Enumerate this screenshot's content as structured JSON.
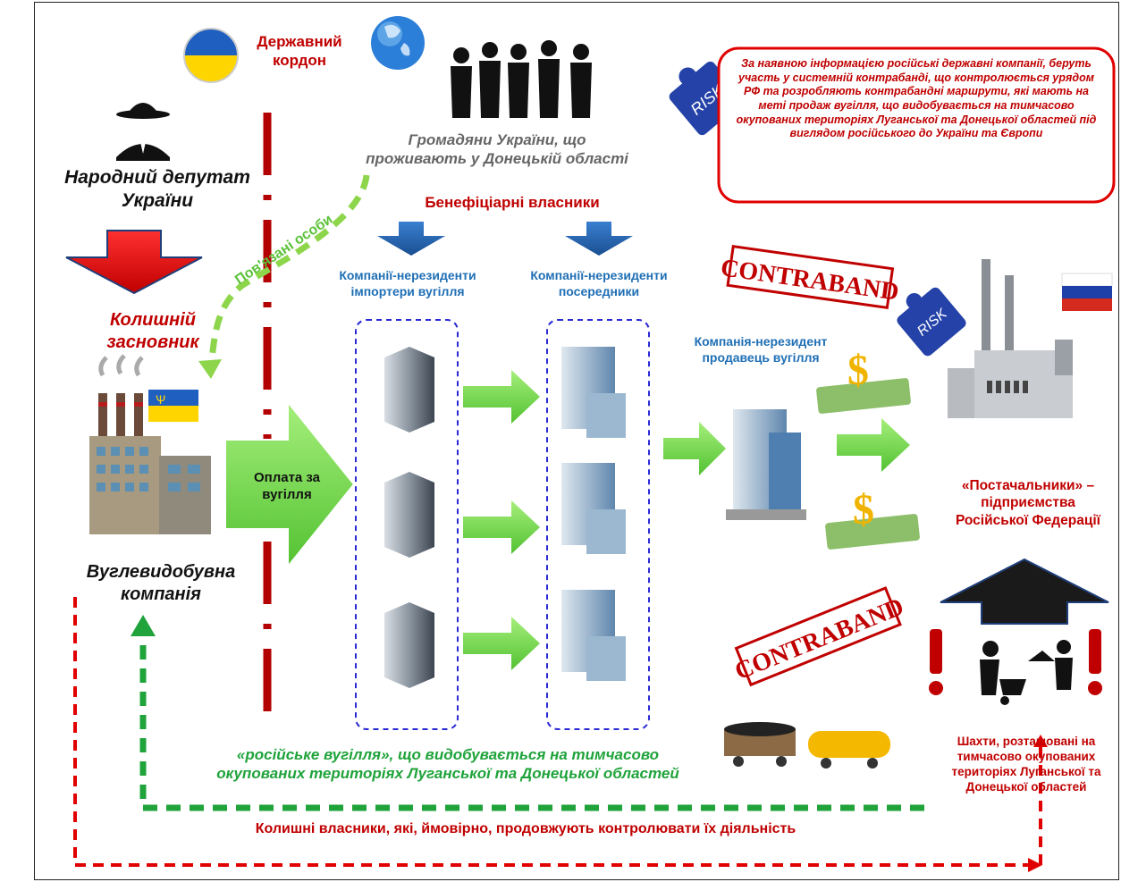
{
  "labels": {
    "state_border": "Державний\nкордон",
    "mp": "Народний депутат\nУкраїни",
    "citizens": "Громадяни України, що\nпроживають у Донецькій області",
    "beneficiaries": "Бенефіціарні власники",
    "related": "Пов'язані особи",
    "former_founder": "Колишній\nзасновник",
    "importers": "Компанії-нерезиденти\nімпортери вугілля",
    "intermediaries": "Компанії-нерезиденти\nпосередники",
    "seller": "Компанія-нерезидент\nпродавець вугілля",
    "payment": "Оплата за\nвугілля",
    "coal_company": "Вуглевидобувна\nкомпанія",
    "contraband": "CONTRABAND",
    "risk": "RISK",
    "suppliers": "«Постачальники» –\nпідприємства\nРосійської Федерації",
    "mines": "Шахти, розташовані на\nтимчасово окупованих\nтериторіях Луганської та\nДонецької областей",
    "russian_coal": "«російське вугілля», що видобувається на тимчасово\nокупованих територіях Луганської та Донецької областей",
    "former_owners": "Колишні власники, які, ймовірно, продовжують контролювати їх діяльність",
    "risk_note": "За наявною інформацією російські державні компанії, беруть участь у системній контрабанді, що контролюється урядом РФ та розробляють контрабандні маршрути, які мають на меті продаж вугілля, що видобувається на тимчасово окупованих територіях Луганської та Донецької областей під виглядом російського до України та Європи"
  },
  "colors": {
    "red": "#c00000",
    "green_arrow": "#7ed957",
    "blue_arrow": "#1f5fa8",
    "ua_blue": "#1f5fbf",
    "ua_yellow": "#ffd500",
    "ru_red": "#d52b1e"
  },
  "icons": [
    "ukraine-flag-icon",
    "globe-icon",
    "businessmen-icon",
    "spy-icon",
    "puzzle-risk-icon",
    "factory-icon",
    "office-building-icon",
    "money-icon",
    "russia-flag-icon",
    "coal-train-icon",
    "miner-icon",
    "warning-icon"
  ]
}
